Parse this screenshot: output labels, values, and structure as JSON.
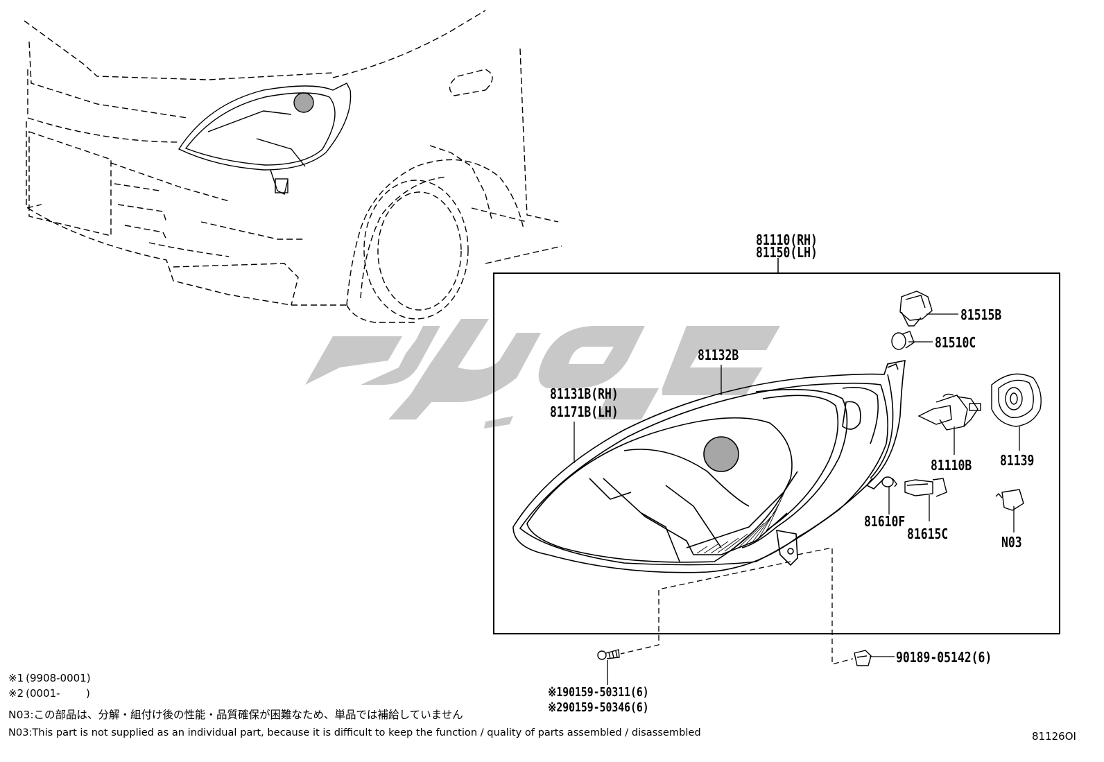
{
  "assembly": {
    "rh": "81110(RH)",
    "lh": "81150(LH)"
  },
  "parts": {
    "p81515B": "81515B",
    "p81510C": "81510C",
    "p81132B": "81132B",
    "p81131B": "81131B(RH)",
    "p81171B": "81171B(LH)",
    "p81110B": "81110B",
    "p81139": "81139",
    "p81610F": "81610F",
    "p81615C": "81615C",
    "pN03": "N03",
    "p90189": "90189-05142(6)",
    "p90159a": "※190159-50311(6)",
    "p90159b": "※290159-50346(6)"
  },
  "notes": {
    "ref1": "※1 (9908-0001)",
    "ref2": "※2 (0001-   )",
    "n03_jp": "N03:この部品は、分解・組付け後の性能・品質確保が困難なため、単品では補給していません",
    "n03_en": "N03:This part is not supplied as an individual part, because it is difficult to keep the function / quality of parts assembled / disassembled"
  },
  "figure_id": "81126OI",
  "watermark_color": "#c8c8c8"
}
